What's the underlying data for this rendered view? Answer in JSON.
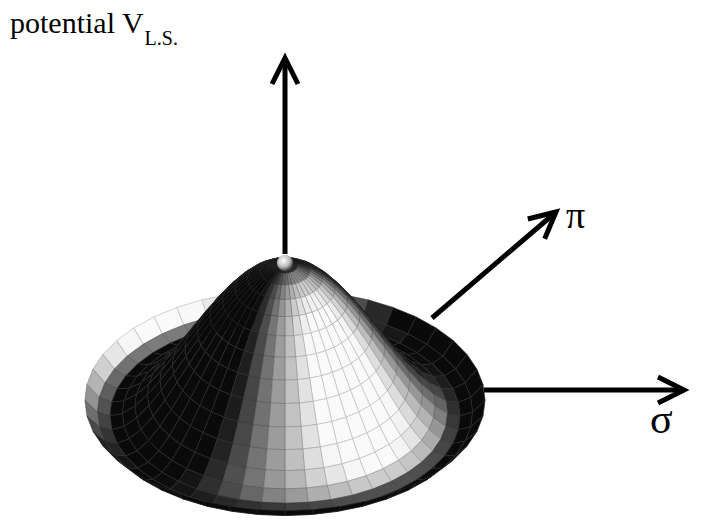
{
  "diagram": {
    "labels": [
      "potential V",
      "L.S.",
      "π",
      "σ"
    ]
  }
}
